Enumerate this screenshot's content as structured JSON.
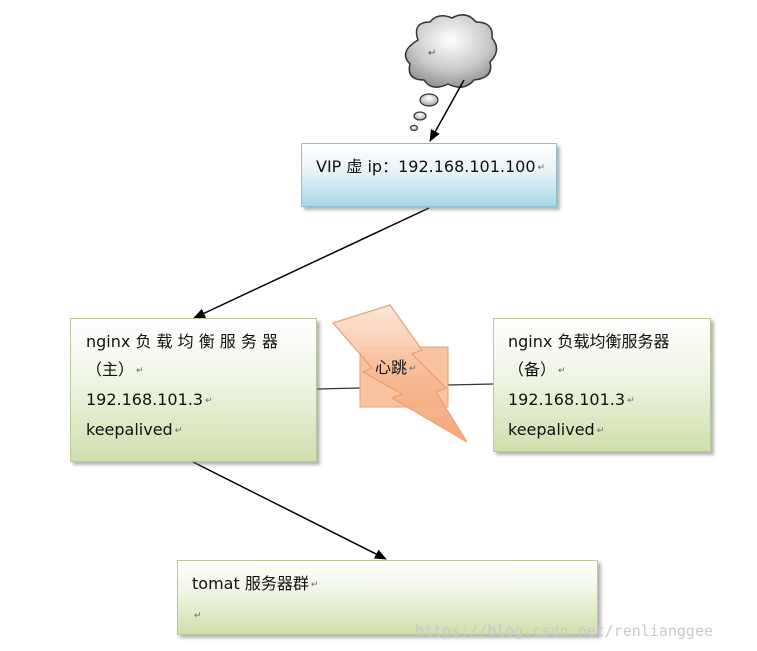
{
  "cloud": {
    "mark": "↵"
  },
  "vip_box": {
    "text": "VIP 虚 ip：192.168.101.100",
    "mark": "↵"
  },
  "master_box": {
    "line1": "nginx  负 载 均 衡 服 务 器",
    "line2": "（主）",
    "line3": "192.168.101.3",
    "line4": "keepalived",
    "mark": "↵"
  },
  "backup_box": {
    "line1": "nginx  负载均衡服务器",
    "line2": "（备）",
    "line3": "192.168.101.3",
    "line4": "keepalived",
    "mark": "↵"
  },
  "heartbeat": {
    "label": "心跳",
    "mark": "↵"
  },
  "tomcat_box": {
    "line1": "tomat 服务器群",
    "mark": "↵"
  },
  "watermark": "https://blog.csdn.net/renlianggee",
  "colors": {
    "green_fill": "#cfdfac",
    "blue_fill": "#a9d6e4",
    "lightning": "#f6b48a"
  }
}
